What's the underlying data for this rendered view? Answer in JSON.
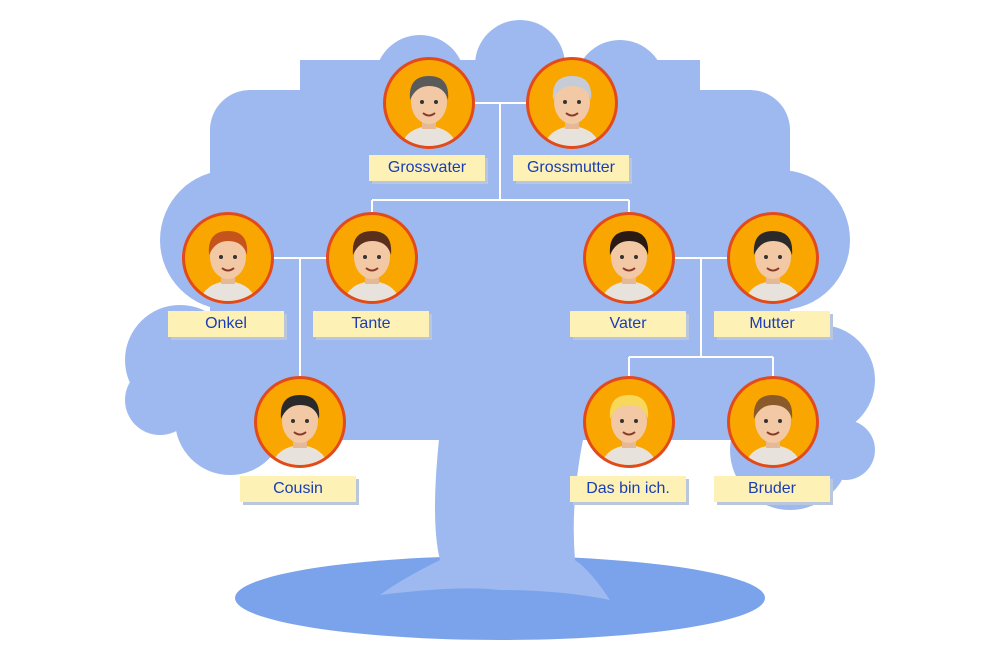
{
  "colors": {
    "tree": "#9db9f0",
    "ground": "#7ba3ec",
    "avatar_bg": "#f9a600",
    "avatar_border": "#e24a1c",
    "label_bg": "#fdf1b6",
    "label_text": "#1a3db5"
  },
  "members": [
    {
      "id": "grossvater",
      "label": "Grossvater",
      "hair": "#5a5a5a"
    },
    {
      "id": "grossmutter",
      "label": "Grossmutter",
      "hair": "#c5ccd8"
    },
    {
      "id": "onkel",
      "label": "Onkel",
      "hair": "#c4531c"
    },
    {
      "id": "tante",
      "label": "Tante",
      "hair": "#5a2f1c"
    },
    {
      "id": "vater",
      "label": "Vater",
      "hair": "#2a1a14"
    },
    {
      "id": "mutter",
      "label": "Mutter",
      "hair": "#2a2a2a"
    },
    {
      "id": "cousin",
      "label": "Cousin",
      "hair": "#2a2a2a"
    },
    {
      "id": "ich",
      "label": "Das bin ich.",
      "hair": "#f7d85a"
    },
    {
      "id": "bruder",
      "label": "Bruder",
      "hair": "#8a5a2a"
    }
  ]
}
